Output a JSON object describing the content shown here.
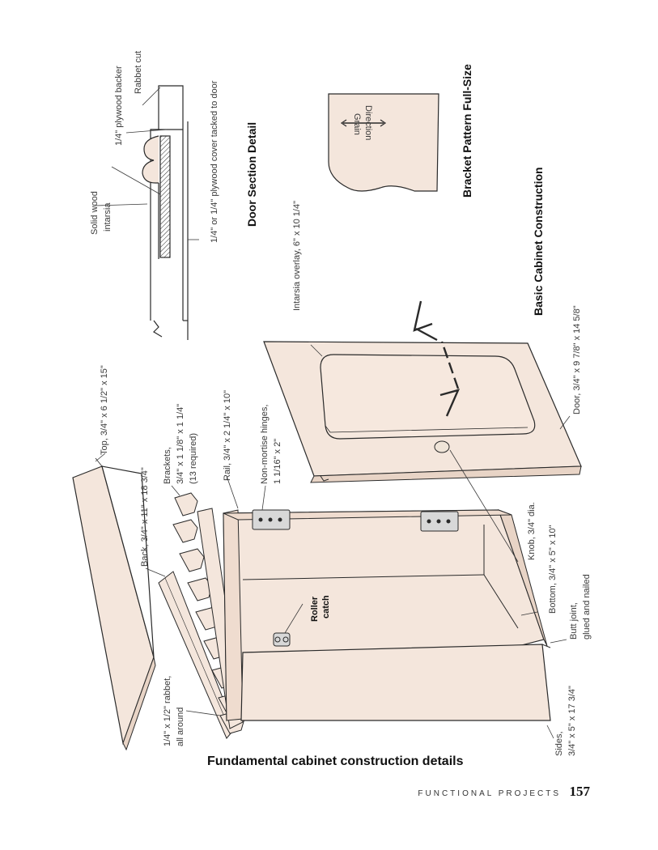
{
  "diagram": {
    "titles": {
      "fundamental": "Fundamental cabinet construction details",
      "door_section": "Door Section Detail",
      "bracket_pattern": "Bracket Pattern Full-Size",
      "basic_cabinet": "Basic Cabinet Construction"
    },
    "labels": {
      "top": "Top, 3/4\" x 6 1/2\" x 15\"",
      "back": "Back, 3/4\" x 11\" x 18 3/4\"",
      "brackets_1": "Brackets,",
      "brackets_2": "3/4\" x 1 1/8\" x 1 1/4\"",
      "brackets_3": "(13 required)",
      "rail": "Rail, 3/4\" x 2 1/4\" x 10\"",
      "hinges_1": "Non-mortise hinges,",
      "hinges_2": "1 1/16\" x 2\"",
      "intarsia_overlay": "Intarsia overlay, 6\" x 10 1/4\"",
      "rabbet_1": "1/4\" x 1/2\" rabbet,",
      "rabbet_2": "all around",
      "roller_1": "Roller",
      "roller_2": "catch",
      "knob": "Knob, 3/4\" dia.",
      "bottom": "Bottom, 3/4\" x 5\" x 10\"",
      "butt_1": "Butt joint,",
      "butt_2": "glued and nailed",
      "sides_1": "Sides,",
      "sides_2": "3/4\" x 5\" x 17 3/4\"",
      "door": "Door, 3/4\" x 9 7/8\" x 14 5/8\"",
      "solid_1": "Solid wood",
      "solid_2": "intarsia",
      "backer": "1/4\" plywood backer",
      "rabbet_cut": "Rabbet cut",
      "cover": "1/4\" or 1/4\" plywood cover tacked to door",
      "grain_1": "Grain",
      "grain_2": "Direction"
    }
  },
  "footer": {
    "section": "FUNCTIONAL PROJECTS",
    "page_number": "157"
  },
  "colors": {
    "wood_fill": "#f4e6dc",
    "line": "#2a2a2a"
  }
}
